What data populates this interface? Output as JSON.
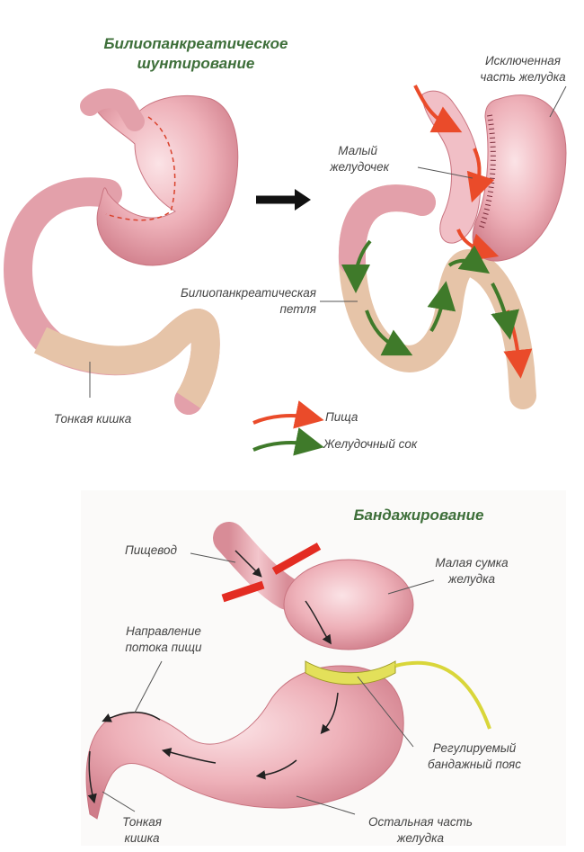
{
  "top": {
    "title_line1": "Билиопанкреатическое",
    "title_line2": "шунтирование",
    "labels": {
      "excluded_l1": "Исключенная",
      "excluded_l2": "часть желудка",
      "small_l1": "Малый",
      "small_l2": "желудочек",
      "bilio_l1": "Билиопанкреатическая",
      "bilio_l2": "петля",
      "small_intestine": "Тонкая кишка"
    },
    "legend": {
      "food": "Пища",
      "gastric_juice": "Желудочный сок"
    }
  },
  "bottom": {
    "title": "Бандажирование",
    "labels": {
      "esophagus": "Пищевод",
      "pouch_l1": "Малая сумка",
      "pouch_l2": "желудка",
      "direction_l1": "Направление",
      "direction_l2": "потока пищи",
      "band_l1": "Регулируемый",
      "band_l2": "бандажный пояс",
      "intestine_l1": "Тонкая",
      "intestine_l2": "кишка",
      "rest_l1": "Остальная часть",
      "rest_l2": "желудка"
    }
  },
  "colors": {
    "stomach": "#e8a3ad",
    "stomach_dark": "#c97480",
    "intestine": "#e5c2a6",
    "food_arrow": "#ea4b2a",
    "juice_arrow": "#3f7a2a",
    "title": "#3e6f3a",
    "band": "#e3e05a"
  }
}
